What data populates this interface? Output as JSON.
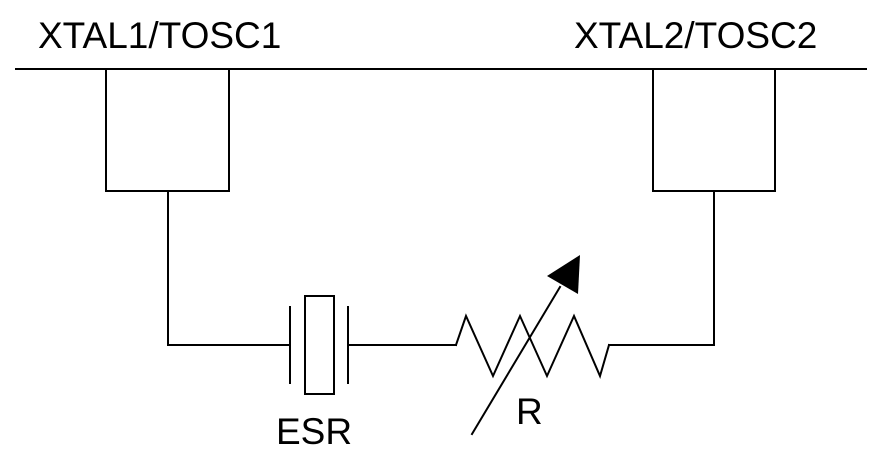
{
  "labels": {
    "xtal1": "XTAL1/TOSC1",
    "xtal2": "XTAL2/TOSC2",
    "esr": "ESR",
    "r": "R"
  },
  "colors": {
    "ink": "#000000",
    "background": "#ffffff"
  }
}
